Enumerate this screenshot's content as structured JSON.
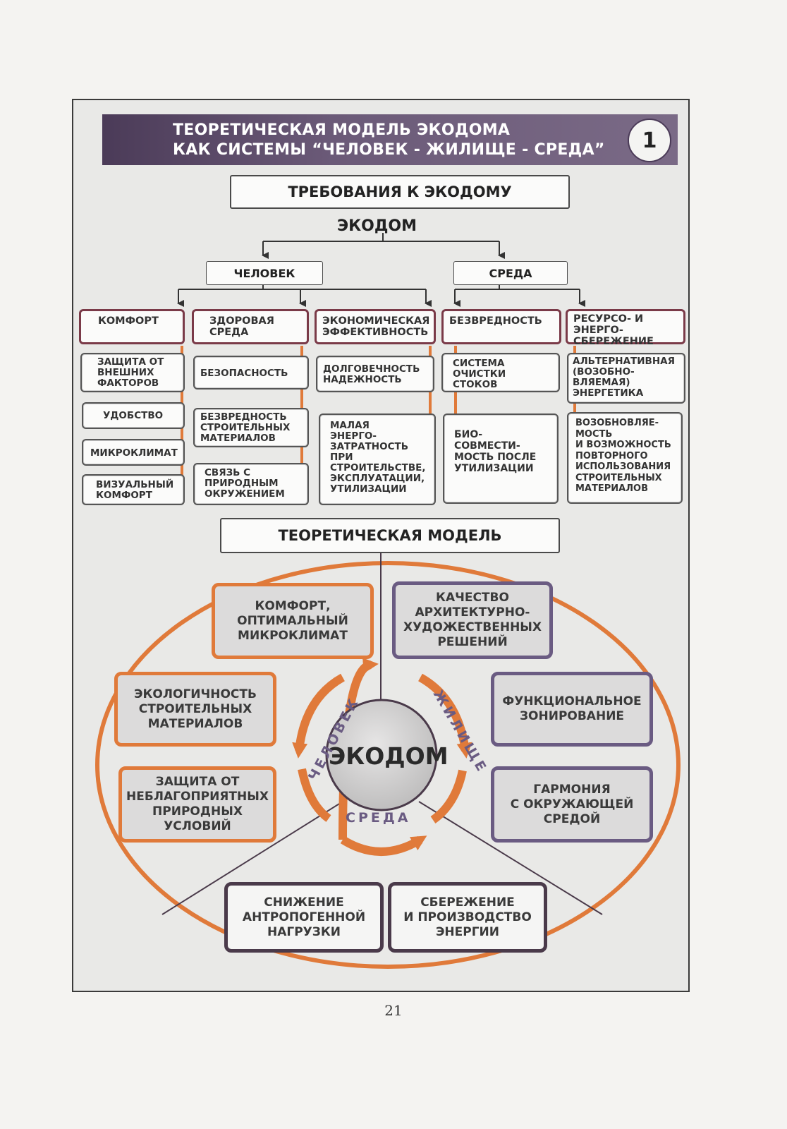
{
  "banner": {
    "line1": "ТЕОРЕТИЧЕСКАЯ МОДЕЛЬ ЭКОДОМА",
    "line2": "КАК СИСТЕМЫ “ЧЕЛОВЕК - ЖИЛИЩЕ - СРЕДА”",
    "number": "1"
  },
  "requirements": {
    "title": "ТРЕБОВАНИЯ К ЭКОДОМУ",
    "root": "ЭКОДОМ",
    "branch_left": "ЧЕЛОВЕК",
    "branch_right": "СРЕДА",
    "columns": [
      {
        "header": "КОМФОРТ",
        "items": [
          "ЗАЩИТА ОТ\nВНЕШНИХ\nФАКТОРОВ",
          "УДОБСТВО",
          "МИКРОКЛИМАТ",
          "ВИЗУАЛЬНЫЙ\nКОМФОРТ"
        ]
      },
      {
        "header": "ЗДОРОВАЯ\nСРЕДА",
        "items": [
          "БЕЗОПАСНОСТЬ",
          "БЕЗВРЕДНОСТЬ\nСТРОИТЕЛЬНЫХ\nМАТЕРИАЛОВ",
          "СВЯЗЬ С\nПРИРОДНЫМ\nОКРУЖЕНИЕМ"
        ]
      },
      {
        "header": "ЭКОНОМИЧЕСКАЯ\nЭФФЕКТИВНОСТЬ",
        "items": [
          "ДОЛГОВЕЧНОСТЬ\nНАДЕЖНОСТЬ",
          "МАЛАЯ\nЭНЕРГО-\nЗАТРАТНОСТЬ\nПРИ\nСТРОИТЕЛЬСТВЕ,\nЭКСПЛУАТАЦИИ,\nУТИЛИЗАЦИИ"
        ]
      },
      {
        "header": "БЕЗВРЕДНОСТЬ",
        "items": [
          "СИСТЕМА\nОЧИСТКИ СТОКОВ",
          "БИО-\nСОВМЕСТИ-\nМОСТЬ ПОСЛЕ\nУТИЛИЗАЦИИ"
        ]
      },
      {
        "header": "РЕСУРСО- И\nЭНЕРГО-\nСБЕРЕЖЕНИЕ",
        "items": [
          "АЛЬТЕРНАТИВНАЯ\n(ВОЗОБНО-\nВЛЯЕМАЯ)\nЭНЕРГЕТИКА",
          "ВОЗОБНОВЛЯЕ-\nМОСТЬ\nИ ВОЗМОЖНОСТЬ\nПОВТОРНОГО\nИСПОЛЬЗОВАНИЯ\nСТРОИТЕЛЬНЫХ\nМАТЕРИАЛОВ"
        ]
      }
    ]
  },
  "model": {
    "title": "ТЕОРЕТИЧЕСКАЯ МОДЕЛЬ",
    "center": "ЭКОДОМ",
    "ring_labels": {
      "human": "ЧЕЛОВЕК",
      "dwelling": "ЖИЛИЩЕ",
      "environment": "СРЕДА"
    },
    "boxes": {
      "comfort": "КОМФОРТ,\nОПТИМАЛЬНЫЙ\nМИКРОКЛИМАТ",
      "quality": "КАЧЕСТВО\nАРХИТЕКТУРНО-\nХУДОЖЕСТВЕННЫХ\nРЕШЕНИЙ",
      "ecology": "ЭКОЛОГИЧНОСТЬ\nСТРОИТЕЛЬНЫХ\nМАТЕРИАЛОВ",
      "zoning": "ФУНКЦИОНАЛЬНОЕ\nЗОНИРОВАНИЕ",
      "protection": "ЗАЩИТА ОТ\nНЕБЛАГОПРИЯТНЫХ\nПРИРОДНЫХ\nУСЛОВИЙ",
      "harmony": "ГАРМОНИЯ\nС ОКРУЖАЮЩЕЙ\nСРЕДОЙ",
      "load": "СНИЖЕНИЕ\nАНТРОПОГЕННОЙ\nНАГРУЗКИ",
      "energy": "СБЕРЕЖЕНИЕ\nИ ПРОИЗВОДСТВО\nЭНЕРГИИ"
    }
  },
  "page_number": "21",
  "colors": {
    "banner": "#4b3b58",
    "orange": "#e07a3a",
    "purple": "#6a5b82",
    "header_border": "#7a3a48"
  }
}
